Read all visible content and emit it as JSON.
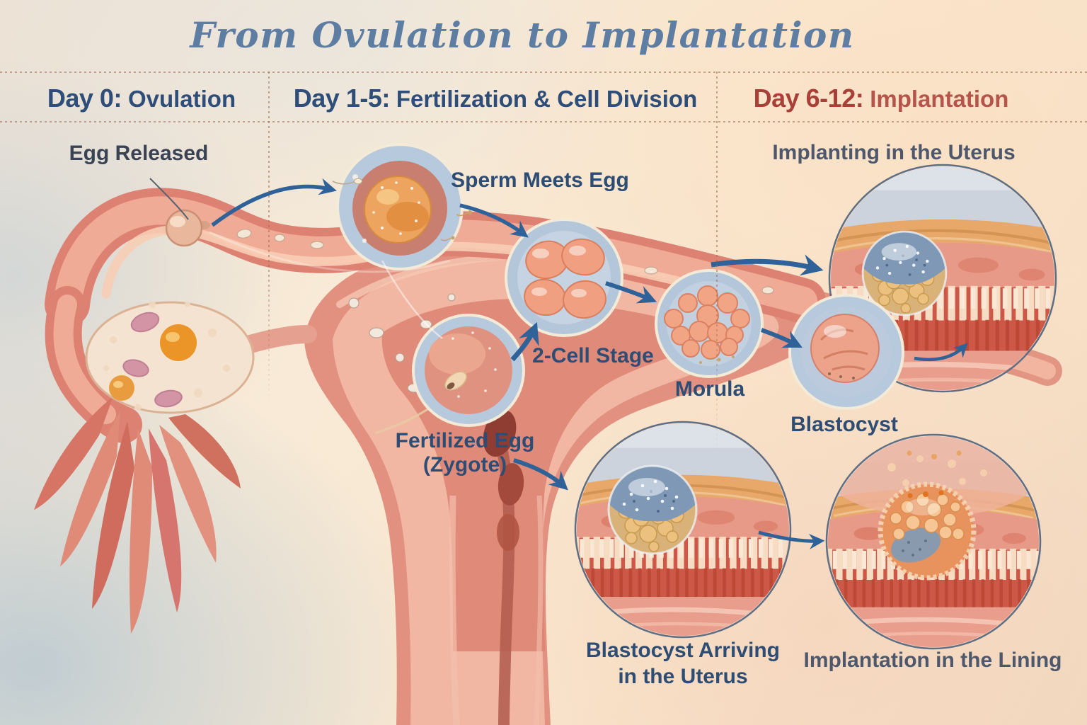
{
  "title": "From Ovulation to Implantation",
  "sections": [
    {
      "day": "Day 0:",
      "name": "Ovulation",
      "color": "#2e4d78"
    },
    {
      "day": "Day 1-5:",
      "name": "Fertilization & Cell Division",
      "color": "#2e4d78"
    },
    {
      "day": "Day 6-12:",
      "name": "Implantation",
      "color": "#a84038"
    }
  ],
  "labels": {
    "egg_released": "Egg Released",
    "sperm_meets_egg": "Sperm Meets Egg",
    "fertilized_egg": "Fertilized Egg",
    "fertilized_egg_sub": "(Zygote)",
    "two_cell_stage": "2-Cell Stage",
    "morula": "Morula",
    "blastocyst": "Blastocyst",
    "implanting_in_uterus": "Implanting in the Uterus",
    "blastocyst_arriving": "Blastocyst Arriving",
    "blastocyst_arriving_sub": "in the Uterus",
    "implantation_in_lining": "Implantation in the Lining"
  },
  "colors": {
    "title_blue": "#5e7da3",
    "header_blue": "#2e4d78",
    "header_red": "#a84038",
    "label_navy": "#2e4d74",
    "label_slate": "#4e586c",
    "arrow_blue": "#2f6298",
    "divider_dotted": "#a5694b",
    "background_cream": "#f8ead6",
    "tissue_red": "#ce5847",
    "tissue_salmon": "#e79a87",
    "inset_ring_blue": "#aec2d8"
  }
}
